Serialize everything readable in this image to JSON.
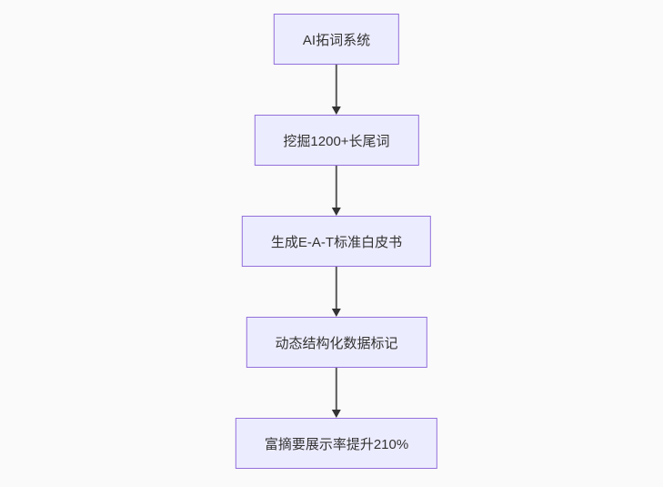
{
  "page": {
    "background": "#fafafa"
  },
  "flowchart": {
    "type": "flowchart",
    "direction": "top-down",
    "node_fill": "#ECECFF",
    "node_border": "#9370DB",
    "text_color": "#333333",
    "arrow_color": "#333333",
    "nodes": [
      {
        "id": "node-1",
        "label": "AI拓词系统"
      },
      {
        "id": "node-2",
        "label": "挖掘1200+长尾词"
      },
      {
        "id": "node-3",
        "label": "生成E-A-T标准白皮书"
      },
      {
        "id": "node-4",
        "label": "动态结构化数据标记"
      },
      {
        "id": "node-5",
        "label": "富摘要展示率提升210%"
      }
    ],
    "edges": [
      {
        "from": "node-1",
        "to": "node-2"
      },
      {
        "from": "node-2",
        "to": "node-3"
      },
      {
        "from": "node-3",
        "to": "node-4"
      },
      {
        "from": "node-4",
        "to": "node-5"
      }
    ]
  }
}
